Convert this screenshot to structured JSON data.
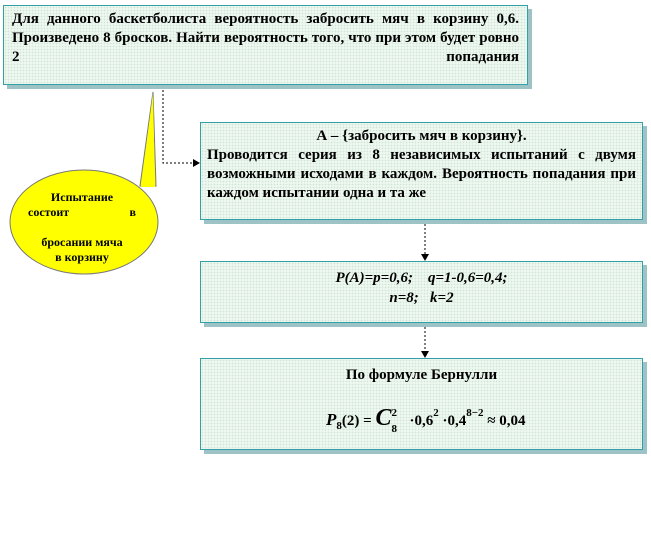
{
  "problem": {
    "text": "Для данного баскетболиста вероятность забросить мяч в корзину 0,6. Произведено 8 бросков. Найти вероятность того, что при этом будет ровно 2 попадания"
  },
  "callout": {
    "line1": "Испытание",
    "line2": "состоит в",
    "line3": "бросании мяча",
    "line4": "в корзину"
  },
  "event_box": {
    "title": "А – {забросить мяч в корзину}.",
    "body": "Проводится серия из 8 независимых испытаний с двумя возможными исходами в каждом. Вероятность попадания при каждом испытании одна и та же"
  },
  "params_box": {
    "line1": "P(A)=p=0,6;    q=1-0,6=0,4;",
    "line2": "n=8;   k=2"
  },
  "bernoulli_box": {
    "title": "По формуле Бернулли",
    "formula": {
      "p": "P",
      "n_sub": "8",
      "k_arg": "(2) =",
      "c": "C",
      "c_sup": "2",
      "c_sub": "8",
      "term1": "·0,6",
      "term1_sup": "2",
      "term2": "·0,4",
      "term2_sup": "8−2",
      "result": "≈ 0,04"
    }
  },
  "colors": {
    "box_border": "#33a0a8",
    "box_fill": "#eef7f0",
    "box_shadow": "#9ec3c7",
    "callout_fill": "#ffff00",
    "callout_border": "#777777"
  }
}
